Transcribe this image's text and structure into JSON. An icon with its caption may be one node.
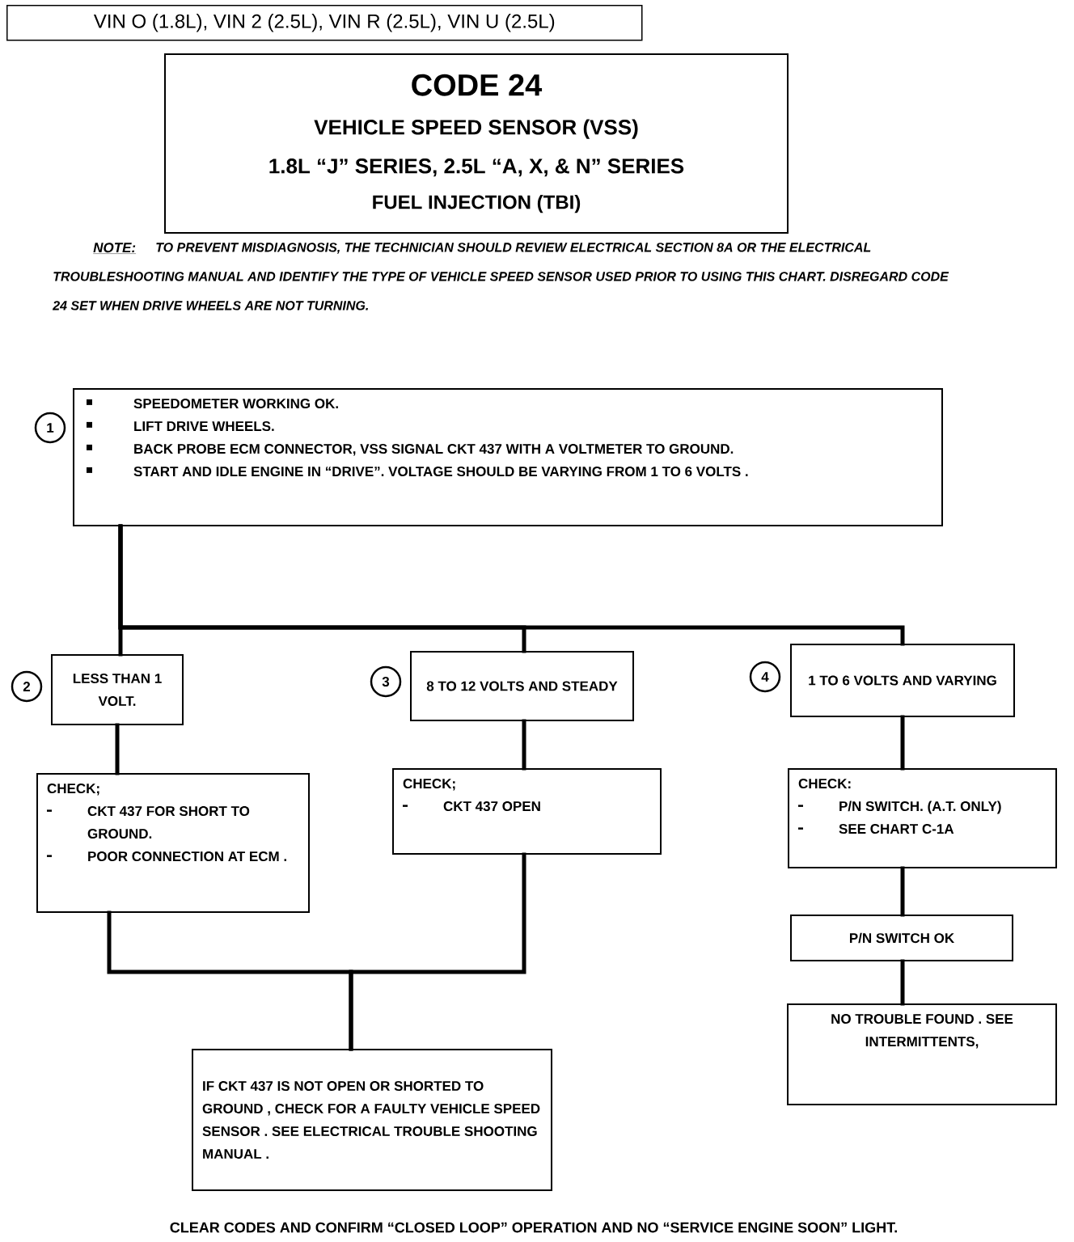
{
  "diagram": {
    "nodes": [
      {
        "text": [
          "VIN O (1.8L), VIN 2 (2.5L), VIN R (2.5L), VIN U (2.5L)"
        ]
      },
      {
        "text": [
          "CODE 24",
          "VEHICLE SPEED SENSOR (VSS)",
          "1.8L “J” SERIES, 2.5L “A, X, & N” SERIES",
          "FUEL INJECTION (TBI)"
        ]
      },
      {
        "text": [
          "SPEEDOMETER WORKING OK.",
          "LIFT DRIVE WHEELS.",
          "BACK PROBE ECM CONNECTOR, VSS SIGNAL CKT 437 WITH A VOLTMETER TO GROUND.",
          "START AND IDLE ENGINE IN “DRIVE”. VOLTAGE SHOULD BE VARYING FROM 1 TO 6 VOLTS ."
        ]
      },
      {
        "text": [
          "LESS THAN 1 VOLT."
        ]
      },
      {
        "text": [
          "8 TO 12 VOLTS AND STEADY"
        ]
      },
      {
        "text": [
          "1 TO 6 VOLTS AND VARYING"
        ]
      },
      {
        "text": [
          "CHECK;",
          "CKT 437 FOR SHORT TO GROUND.",
          "POOR CONNECTION AT ECM ."
        ]
      },
      {
        "text": [
          "CHECK;",
          "CKT 437 OPEN"
        ]
      },
      {
        "text": [
          "CHECK:",
          "P/N SWITCH. (A.T. ONLY)",
          "SEE CHART C-1A"
        ]
      },
      {
        "text": [
          "P/N SWITCH OK"
        ]
      },
      {
        "text": [
          "NO TROUBLE FOUND . SEE INTERMITTENTS,"
        ]
      },
      {
        "text": [
          "IF CKT 437 IS NOT OPEN OR SHORTED TO GROUND , CHECK FOR A FAULTY VEHICLE SPEED SENSOR . SEE ELECTRICAL TROUBLE SHOOTING MANUAL ."
        ]
      }
    ],
    "edges": [
      {
        "from": 2,
        "to": 3,
        "arrow": "none"
      },
      {
        "from": 2,
        "to": 4,
        "arrow": "none"
      },
      {
        "from": 2,
        "to": 5,
        "arrow": "none"
      },
      {
        "from": 3,
        "to": 6,
        "arrow": "none"
      },
      {
        "from": 4,
        "to": 7,
        "arrow": "none"
      },
      {
        "from": 5,
        "to": 8,
        "arrow": "none"
      },
      {
        "from": 8,
        "to": 9,
        "arrow": "none"
      },
      {
        "from": 9,
        "to": 10,
        "arrow": "none"
      },
      {
        "from": 6,
        "to": 11,
        "arrow": "none"
      },
      {
        "from": 7,
        "to": 11,
        "arrow": "none"
      }
    ],
    "labels": [
      "NOTE:",
      "TO PREVENT MISDIAGNOSIS, THE TECHNICIAN SHOULD REVIEW ELECTRICAL SECTION 8A OR THE ELECTRICAL TROUBLESHOOTING MANUAL AND IDENTIFY THE TYPE OF VEHICLE SPEED SENSOR USED PRIOR TO USING THIS CHART. DISREGARD CODE 24 SET WHEN DRIVE WHEELS ARE NOT TURNING.",
      "1",
      "2",
      "3",
      "4",
      "CLEAR CODES AND CONFIRM “CLOSED LOOP” OPERATION AND NO “SERVICE ENGINE SOON” LIGHT."
    ]
  }
}
